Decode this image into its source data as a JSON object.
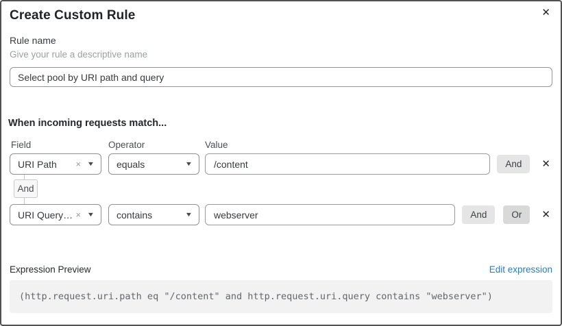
{
  "dialog": {
    "title": "Create Custom Rule"
  },
  "icons": {
    "close": "✕",
    "clear": "×",
    "caret": "▼",
    "delete": "✕"
  },
  "rule_name": {
    "label": "Rule name",
    "hint": "Give your rule a descriptive name",
    "value": "Select pool by URI path and query"
  },
  "matcher": {
    "heading": "When incoming requests match...",
    "columns": {
      "field": "Field",
      "operator": "Operator",
      "value": "Value"
    },
    "connector_label": "And",
    "rows": [
      {
        "field": "URI Path",
        "operator": "equals",
        "value": "/content",
        "and_label": "And"
      },
      {
        "field": "URI Query St...",
        "operator": "contains",
        "value": "webserver",
        "and_label": "And",
        "or_label": "Or"
      }
    ]
  },
  "expression": {
    "label": "Expression Preview",
    "edit_link": "Edit expression",
    "code": "(http.request.uri.path eq \"/content\" and http.request.uri.query contains \"webserver\")"
  },
  "colors": {
    "link_blue": "#2c7cb9",
    "button_gray": "#e5e5e5",
    "button_gray_dark": "#d9d9d9",
    "code_background": "#f2f2f2",
    "border_dark": "#515151",
    "input_border": "#949494"
  }
}
